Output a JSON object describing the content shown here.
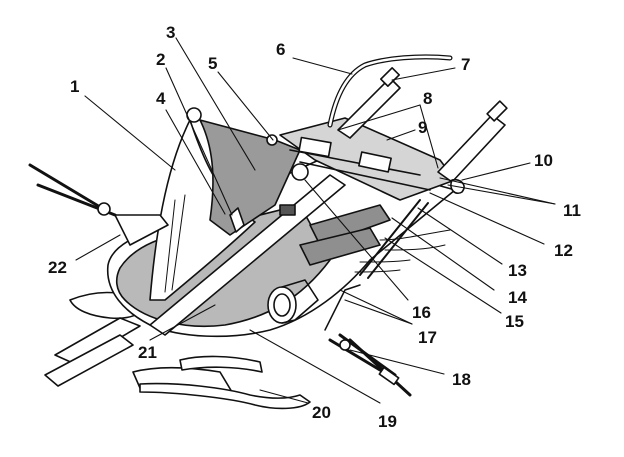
{
  "colors": {
    "ink": "#111111",
    "panel_gray": "#b9b9b9",
    "dark_gray": "#9a9a9a",
    "strap_light": "#ffffff",
    "background": "#ffffff"
  },
  "callouts": [
    "1",
    "2",
    "3",
    "4",
    "5",
    "6",
    "7",
    "8",
    "9",
    "10",
    "11",
    "12",
    "13",
    "14",
    "15",
    "16",
    "17",
    "18",
    "19",
    "20",
    "21",
    "22"
  ]
}
